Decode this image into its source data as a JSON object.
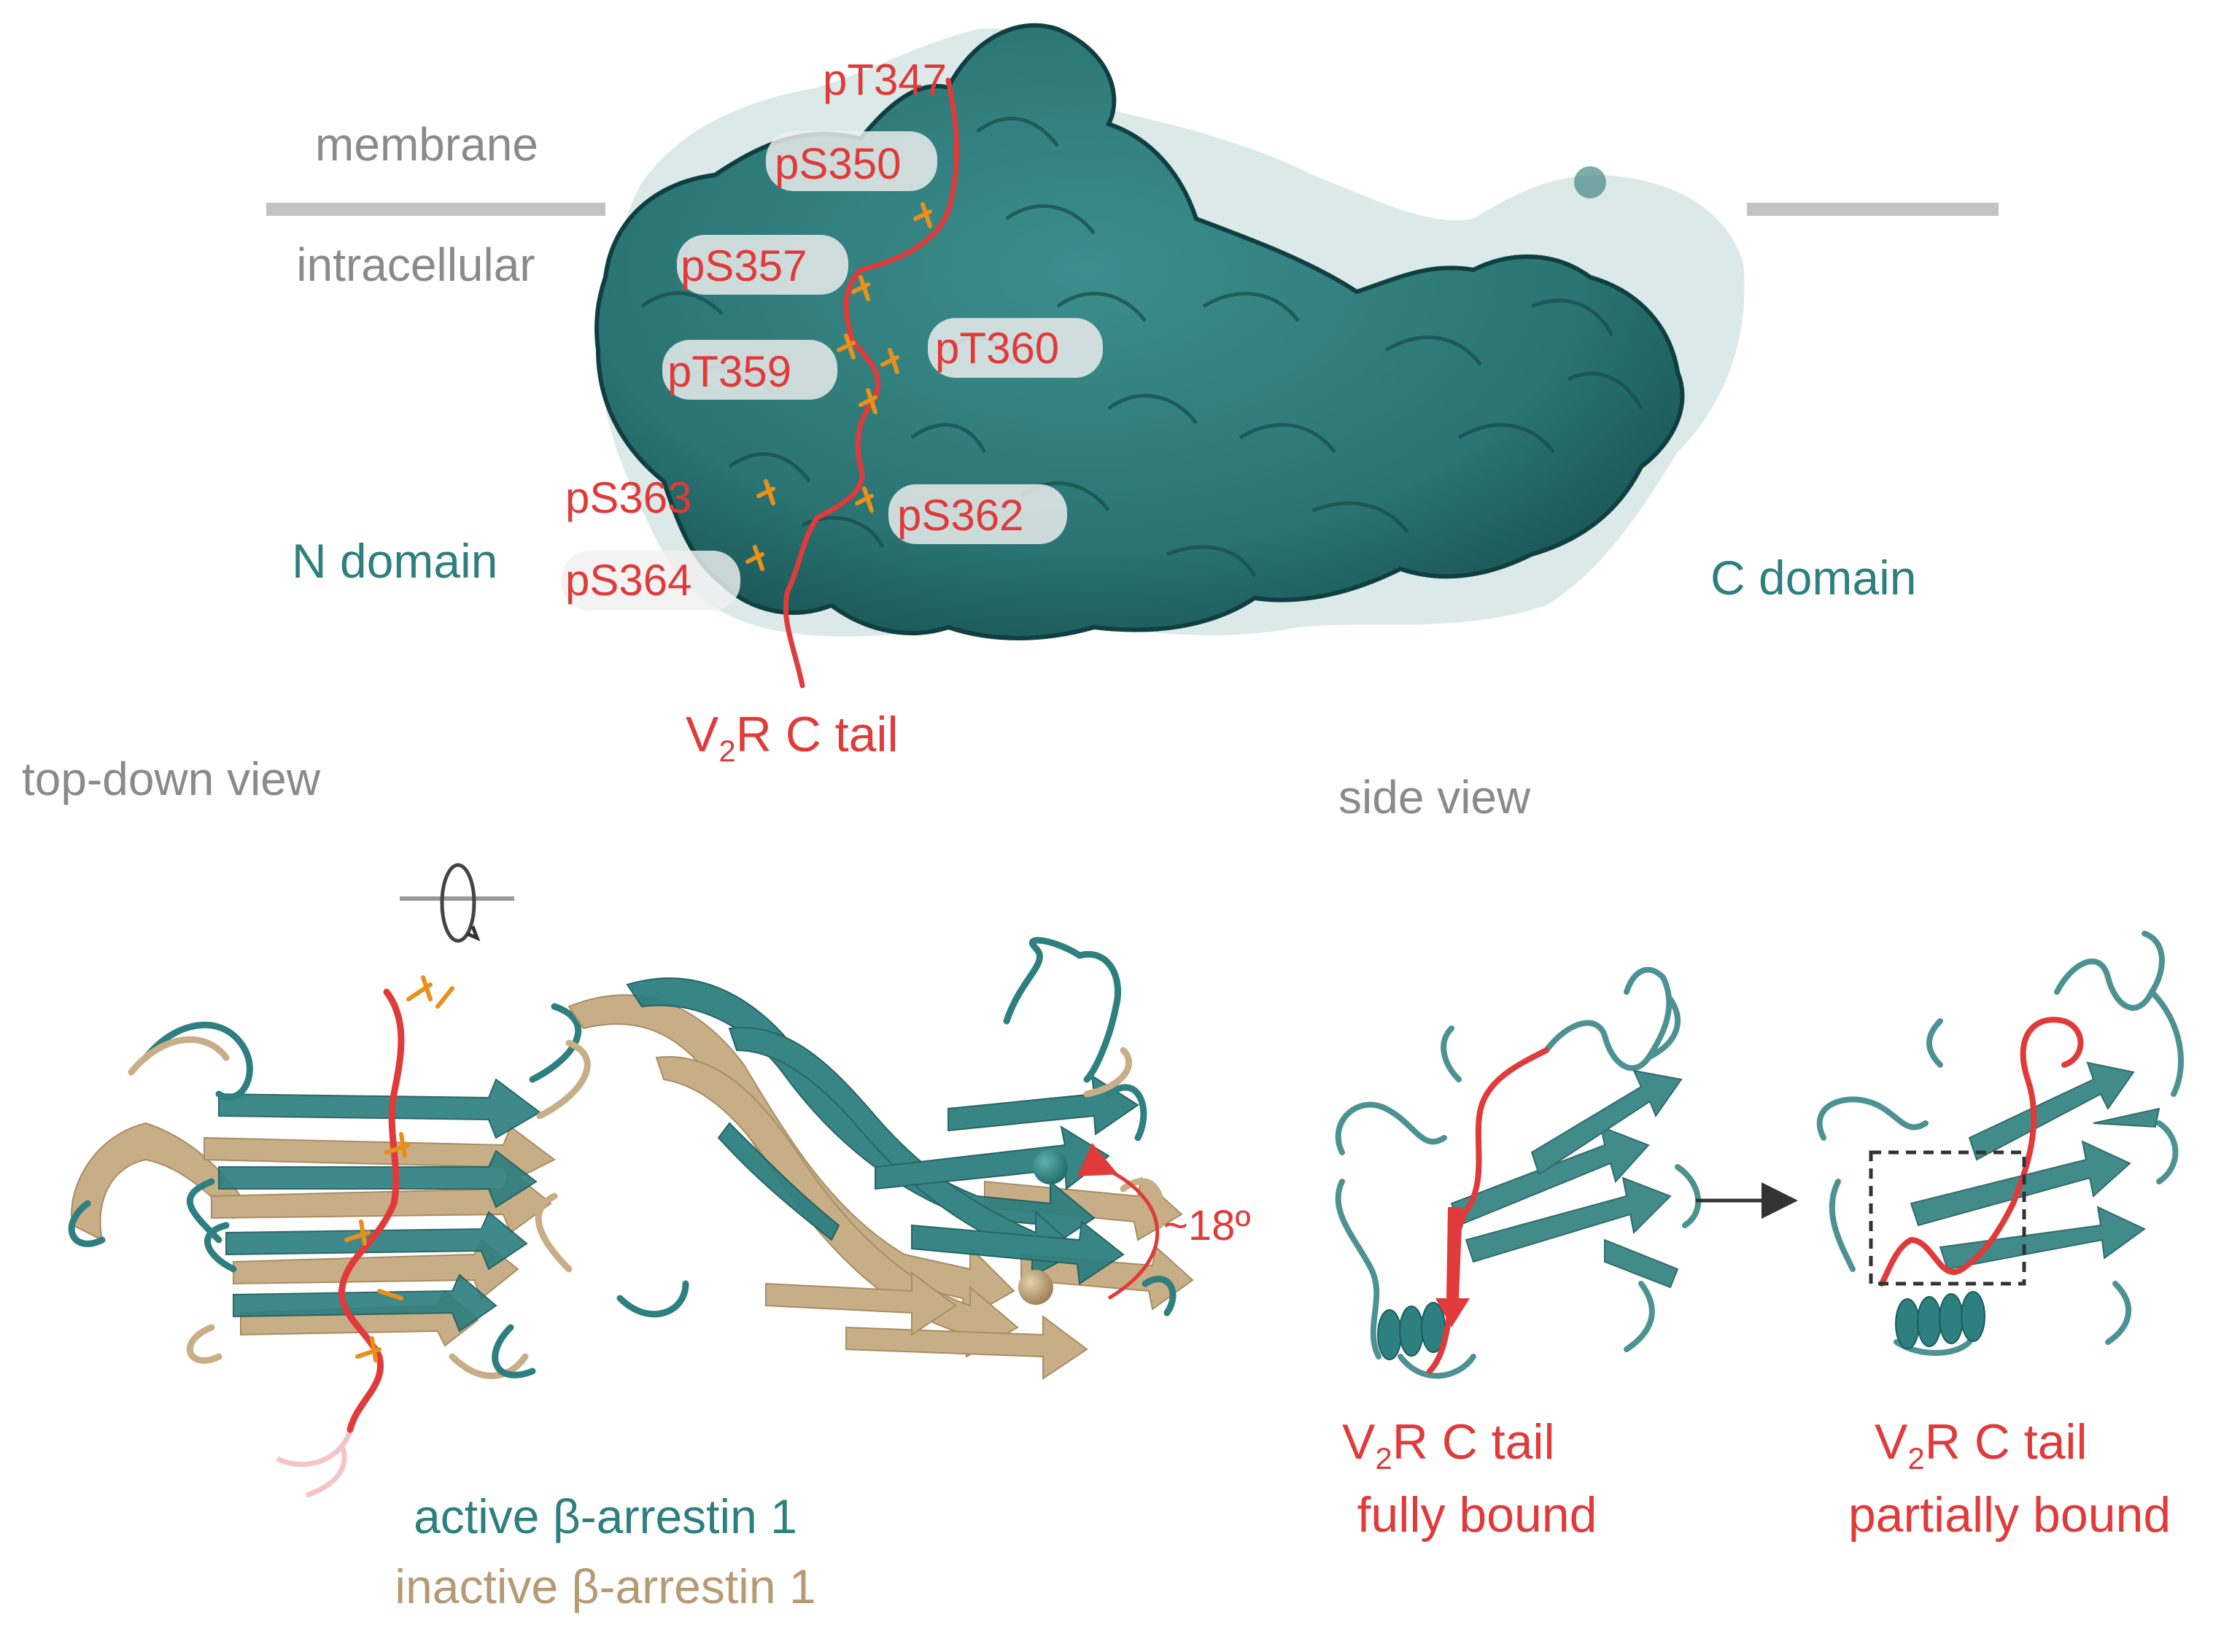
{
  "colors": {
    "teal": "#2e7f7f",
    "teal_dark": "#0f3f40",
    "teal_light": "#cfe3e2",
    "tan": "#c8ae86",
    "red": "#e03a3a",
    "gray": "#8a8a8a",
    "orange": "#e8901a"
  },
  "surface": {
    "membrane": "membrane",
    "intracellular": "intracellular",
    "n_domain": "N domain",
    "c_domain": "C domain",
    "tail_v": "V",
    "tail_sub": "2",
    "tail_rest": "R C tail",
    "phospho": {
      "pT347": "pT347",
      "pS350": "pS350",
      "pS357": "pS357",
      "pT359": "pT359",
      "pT360": "pT360",
      "pS363": "pS363",
      "pS362": "pS362",
      "pS364": "pS364"
    }
  },
  "views": {
    "top_down": "top-down view",
    "side": "side view"
  },
  "ribbon": {
    "angle": "~18º",
    "active": "active β-arrestin 1",
    "inactive": "inactive β-arrestin 1"
  },
  "side_panels": {
    "fully": {
      "v": "V",
      "sub": "2",
      "rest": "R C tail",
      "state": "fully bound"
    },
    "partially": {
      "v": "V",
      "sub": "2",
      "rest": "R C tail",
      "state": "partially bound"
    }
  }
}
